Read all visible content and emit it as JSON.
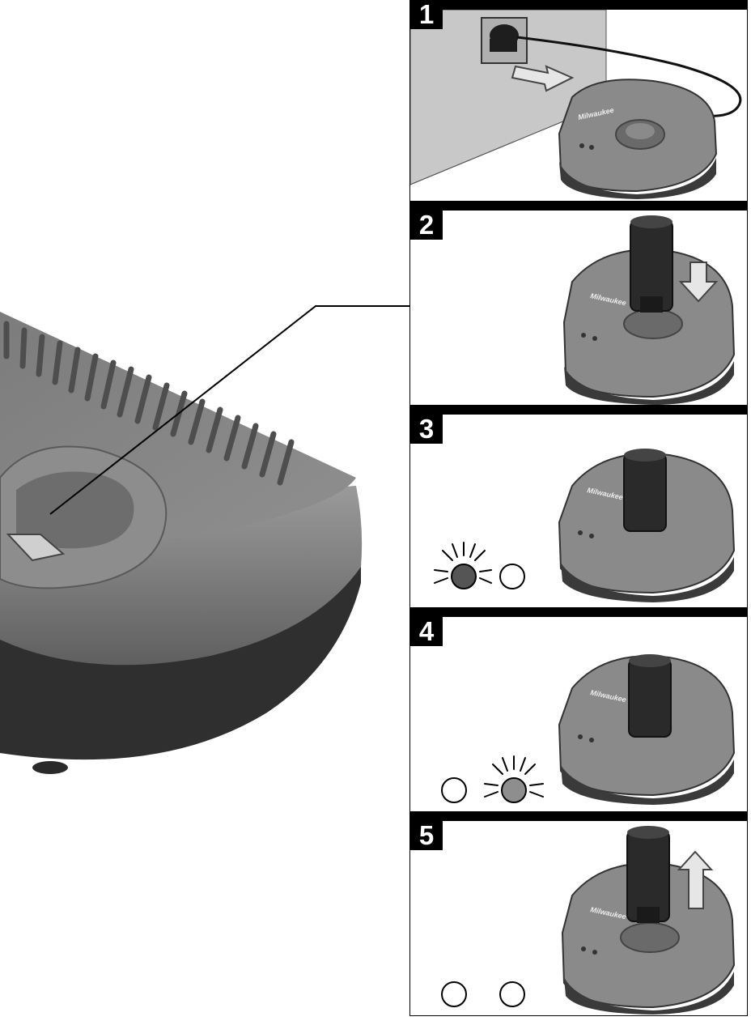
{
  "steps": [
    {
      "number": "1"
    },
    {
      "number": "2"
    },
    {
      "number": "3"
    },
    {
      "number": "4"
    },
    {
      "number": "5"
    }
  ],
  "brand": {
    "logo_text": "Milwaukee"
  },
  "colors": {
    "charger_body": "#8a8a8a",
    "charger_dark": "#3a3a3a",
    "wall": "#c8c8c8",
    "led_red": "#555555",
    "led_green": "#8e8e8e",
    "arrow_fill": "#e6e6e6"
  },
  "icons": [
    "plug-icon",
    "insert-arrow-icon",
    "remove-arrow-icon",
    "led-indicator-icon"
  ]
}
